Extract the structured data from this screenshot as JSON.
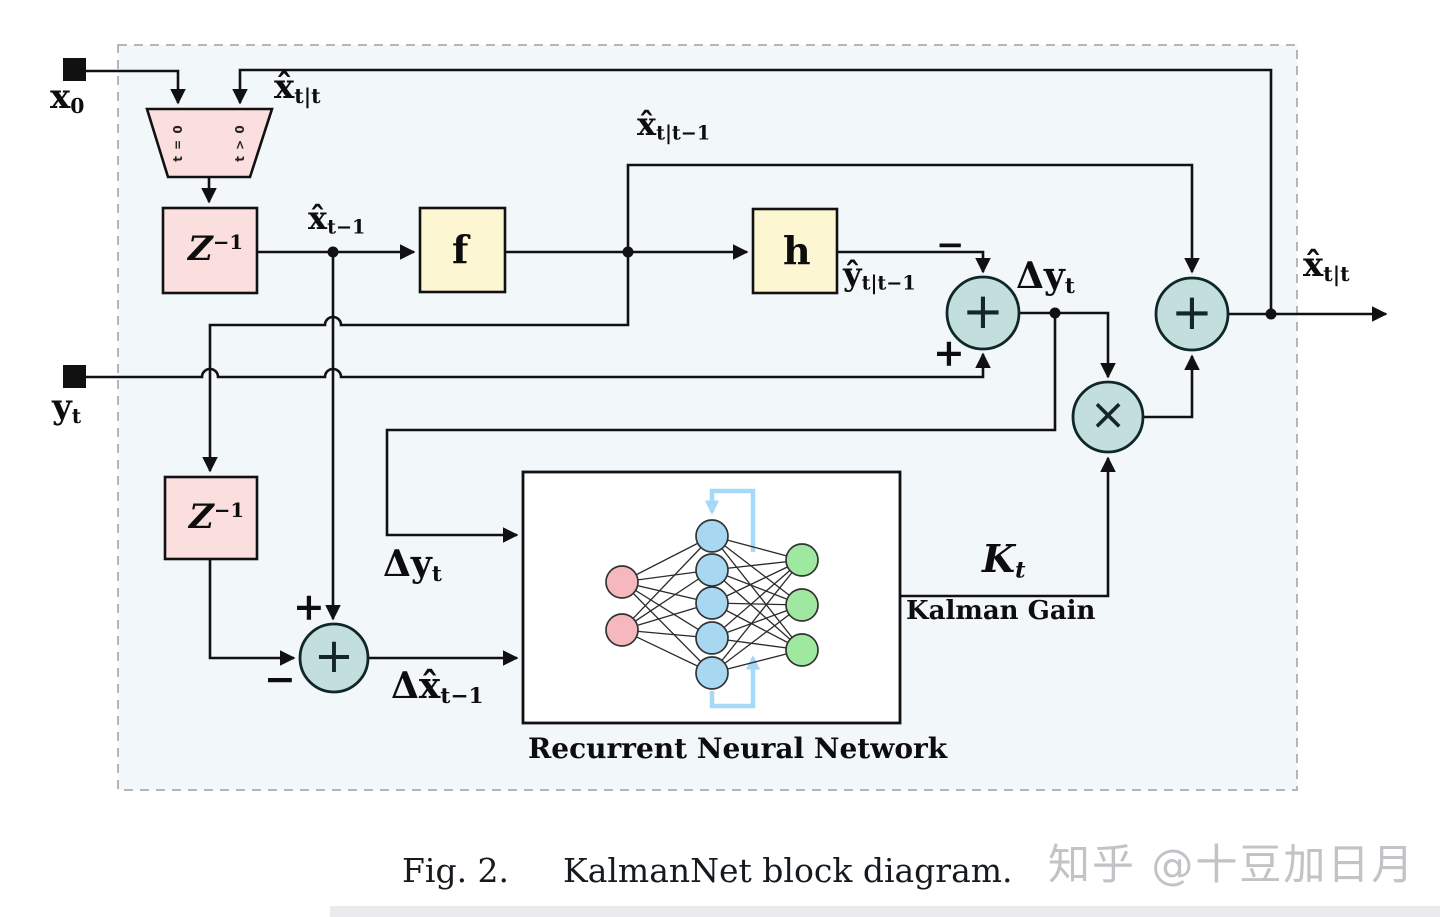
{
  "figure": {
    "caption_fig": "Fig. 2.",
    "caption_text": "KalmanNet block diagram.",
    "watermark": "知乎 @十豆加日月",
    "colors": {
      "canvas_bg": "#f2f7fa",
      "box_pink": "#fbdede",
      "box_yellow": "#fdf6d2",
      "circle_teal": "#c2dedd",
      "node_pink": "#f5b8bc",
      "node_blue": "#a8d7f2",
      "node_green": "#9fe89f",
      "loop_blue": "#a6d9f7",
      "dash_border": "#b3b7bb",
      "watermark_gray": "#c3c3c7"
    }
  },
  "blocks": {
    "delay1": {
      "main": "Z",
      "sup": "−1"
    },
    "delay2": {
      "main": "Z",
      "sup": "−1"
    },
    "f": "f",
    "h": "h",
    "mux": {
      "left": "t = 0",
      "right": "t > 0"
    },
    "rnn_caption": "Recurrent Neural Network"
  },
  "operators": {
    "sum1": "+",
    "sum2": "+",
    "product": "×",
    "sum3": "+"
  },
  "signals": {
    "x0": {
      "main": "x",
      "sub": "0"
    },
    "xhat_tt_top": {
      "main": "x̂",
      "sub": "t|t"
    },
    "xhat_prev": {
      "main": "x̂",
      "sub": "t−1"
    },
    "xhat_pred": {
      "main": "x̂",
      "sub": "t|t−1"
    },
    "yhat_pred": {
      "main": "ŷ",
      "sub": "t|t−1"
    },
    "dy": {
      "main": "Δy",
      "sub": "t"
    },
    "dy_rnn": {
      "main": "Δy",
      "sub": "t"
    },
    "dxhat": {
      "main": "Δx̂",
      "sub": "t−1"
    },
    "yt": {
      "main": "y",
      "sub": "t"
    },
    "xhat_out": {
      "main": "x̂",
      "sub": "t|t"
    },
    "kgain": {
      "main": "K",
      "sub": "t"
    },
    "kgain_caption": "Kalman Gain",
    "sign_minus_sum1": "−",
    "sign_plus_sum1": "+",
    "sign_plus_sum2": "+",
    "sign_minus_sum2": "−"
  }
}
